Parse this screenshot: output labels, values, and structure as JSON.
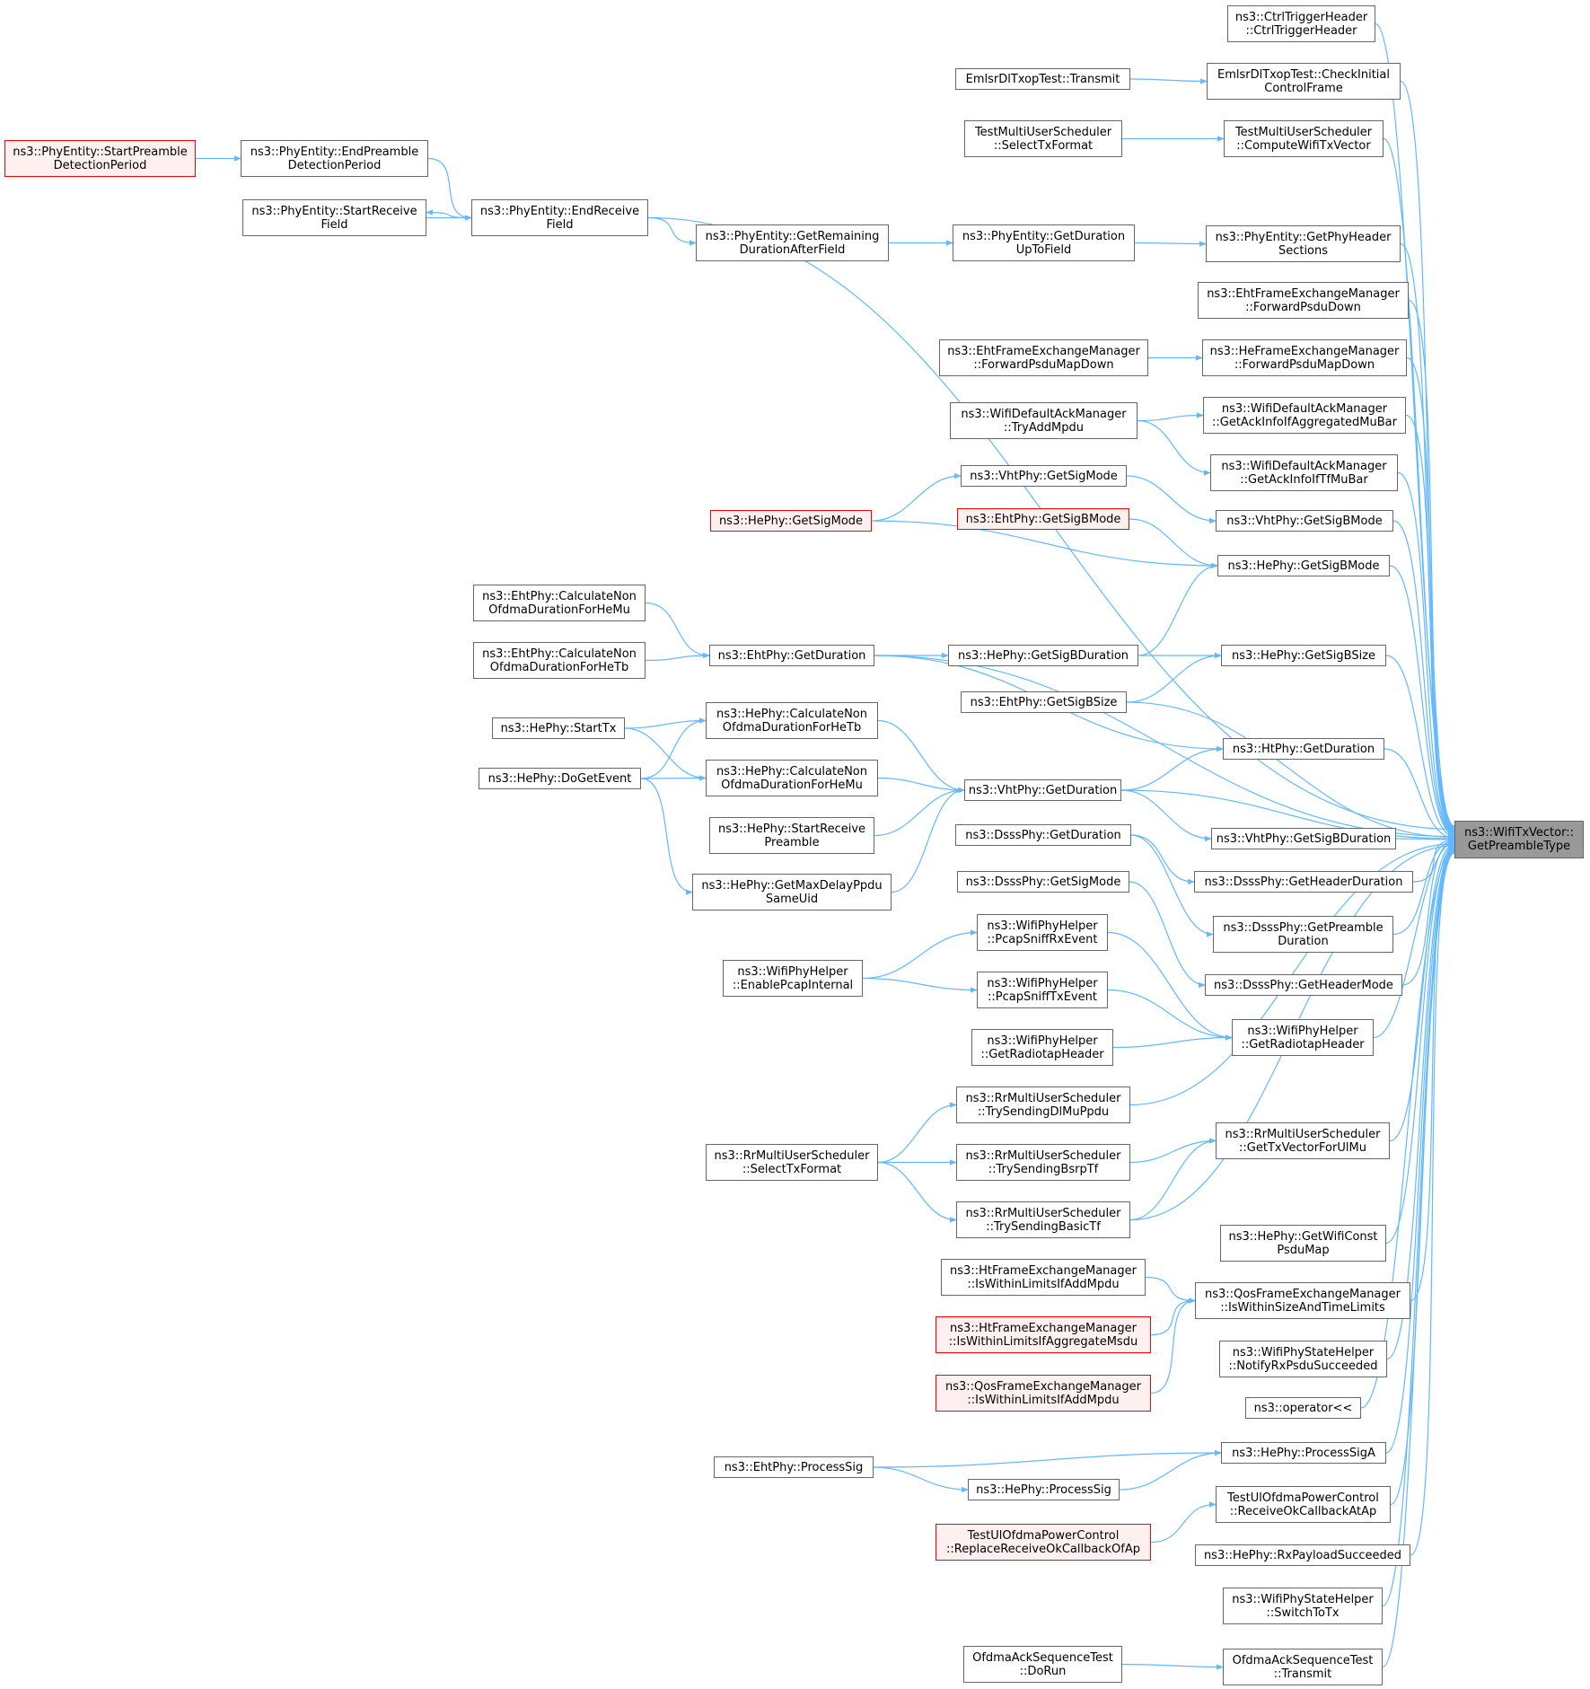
{
  "colors": {
    "edge": "#63b8ff",
    "border": "#666666",
    "red_border": "#ff0000",
    "red_fill": "#fff0f0",
    "root_fill": "#999999"
  },
  "nodes": [
    {
      "id": "root",
      "lines": [
        "ns3::WifiTxVector::",
        "GetPreambleType"
      ],
      "style": "root"
    },
    {
      "id": "r01",
      "lines": [
        "ns3::CtrlTriggerHeader",
        "::CtrlTriggerHeader"
      ]
    },
    {
      "id": "r02",
      "lines": [
        "EmlsrDlTxopTest::CheckInitial",
        "ControlFrame"
      ]
    },
    {
      "id": "r03",
      "lines": [
        "TestMultiUserScheduler",
        "::ComputeWifiTxVector"
      ]
    },
    {
      "id": "r04",
      "lines": [
        "ns3::PhyEntity::GetPhyHeader",
        "Sections"
      ]
    },
    {
      "id": "r05",
      "lines": [
        "ns3::EhtFrameExchangeManager",
        "::ForwardPsduDown"
      ]
    },
    {
      "id": "r06",
      "lines": [
        "ns3::HeFrameExchangeManager",
        "::ForwardPsduMapDown"
      ]
    },
    {
      "id": "r07",
      "lines": [
        "ns3::WifiDefaultAckManager",
        "::GetAckInfoIfAggregatedMuBar"
      ]
    },
    {
      "id": "r08",
      "lines": [
        "ns3::WifiDefaultAckManager",
        "::GetAckInfoIfTfMuBar"
      ]
    },
    {
      "id": "r09",
      "lines": [
        "ns3::VhtPhy::GetSigBMode"
      ]
    },
    {
      "id": "r10",
      "lines": [
        "ns3::HePhy::GetSigBMode"
      ]
    },
    {
      "id": "r11",
      "lines": [
        "ns3::HePhy::GetSigBSize"
      ]
    },
    {
      "id": "r12",
      "lines": [
        "ns3::HtPhy::GetDuration"
      ]
    },
    {
      "id": "r13",
      "lines": [
        "ns3::VhtPhy::GetSigBDuration"
      ]
    },
    {
      "id": "r14",
      "lines": [
        "ns3::DsssPhy::GetHeaderDuration"
      ]
    },
    {
      "id": "r15",
      "lines": [
        "ns3::DsssPhy::GetPreamble",
        "Duration"
      ]
    },
    {
      "id": "r16",
      "lines": [
        "ns3::DsssPhy::GetHeaderMode"
      ]
    },
    {
      "id": "r17",
      "lines": [
        "ns3::WifiPhyHelper",
        "::GetRadiotapHeader"
      ]
    },
    {
      "id": "r18",
      "lines": [
        "ns3::RrMultiUserScheduler",
        "::GetTxVectorForUlMu"
      ]
    },
    {
      "id": "r19",
      "lines": [
        "ns3::HePhy::GetWifiConst",
        "PsduMap"
      ]
    },
    {
      "id": "r20",
      "lines": [
        "ns3::QosFrameExchangeManager",
        "::IsWithinSizeAndTimeLimits"
      ]
    },
    {
      "id": "r21",
      "lines": [
        "ns3::WifiPhyStateHelper",
        "::NotifyRxPsduSucceeded"
      ]
    },
    {
      "id": "r22",
      "lines": [
        "ns3::operator<<"
      ]
    },
    {
      "id": "r23",
      "lines": [
        "ns3::HePhy::ProcessSigA"
      ]
    },
    {
      "id": "r24",
      "lines": [
        "TestUlOfdmaPowerControl",
        "::ReceiveOkCallbackAtAp"
      ]
    },
    {
      "id": "r25",
      "lines": [
        "ns3::HePhy::RxPayloadSucceeded"
      ]
    },
    {
      "id": "r26",
      "lines": [
        "ns3::WifiPhyStateHelper",
        "::SwitchToTx"
      ]
    },
    {
      "id": "r27",
      "lines": [
        "OfdmaAckSequenceTest",
        "::Transmit"
      ]
    },
    {
      "id": "m01",
      "lines": [
        "EmlsrDlTxopTest::Transmit"
      ]
    },
    {
      "id": "m02",
      "lines": [
        "TestMultiUserScheduler",
        "::SelectTxFormat"
      ]
    },
    {
      "id": "m03",
      "lines": [
        "ns3::PhyEntity::GetDuration",
        "UpToField"
      ]
    },
    {
      "id": "m04",
      "lines": [
        "ns3::EhtFrameExchangeManager",
        "::ForwardPsduMapDown"
      ]
    },
    {
      "id": "m05",
      "lines": [
        "ns3::WifiDefaultAckManager",
        "::TryAddMpdu"
      ]
    },
    {
      "id": "m06",
      "lines": [
        "ns3::VhtPhy::GetSigMode"
      ]
    },
    {
      "id": "m07",
      "lines": [
        "ns3::EhtPhy::GetSigBMode"
      ],
      "style": "red"
    },
    {
      "id": "m08",
      "lines": [
        "ns3::HePhy::GetSigBDuration"
      ]
    },
    {
      "id": "m09",
      "lines": [
        "ns3::EhtPhy::GetSigBSize"
      ]
    },
    {
      "id": "m10",
      "lines": [
        "ns3::VhtPhy::GetDuration"
      ]
    },
    {
      "id": "m11",
      "lines": [
        "ns3::DsssPhy::GetDuration"
      ]
    },
    {
      "id": "m12",
      "lines": [
        "ns3::DsssPhy::GetSigMode"
      ]
    },
    {
      "id": "m13",
      "lines": [
        "ns3::WifiPhyHelper",
        "::PcapSniffRxEvent"
      ]
    },
    {
      "id": "m14",
      "lines": [
        "ns3::WifiPhyHelper",
        "::PcapSniffTxEvent"
      ]
    },
    {
      "id": "m15",
      "lines": [
        "ns3::WifiPhyHelper",
        "::GetRadiotapHeader"
      ]
    },
    {
      "id": "m16",
      "lines": [
        "ns3::RrMultiUserScheduler",
        "::TrySendingDlMuPpdu"
      ]
    },
    {
      "id": "m17",
      "lines": [
        "ns3::RrMultiUserScheduler",
        "::TrySendingBsrpTf"
      ]
    },
    {
      "id": "m18",
      "lines": [
        "ns3::RrMultiUserScheduler",
        "::TrySendingBasicTf"
      ]
    },
    {
      "id": "m19",
      "lines": [
        "ns3::HtFrameExchangeManager",
        "::IsWithinLimitsIfAddMpdu"
      ]
    },
    {
      "id": "m20",
      "lines": [
        "ns3::HtFrameExchangeManager",
        "::IsWithinLimitsIfAggregateMsdu"
      ],
      "style": "red"
    },
    {
      "id": "m21",
      "lines": [
        "ns3::QosFrameExchangeManager",
        "::IsWithinLimitsIfAddMpdu"
      ],
      "style": "red"
    },
    {
      "id": "m22",
      "lines": [
        "ns3::HePhy::ProcessSig"
      ]
    },
    {
      "id": "m23",
      "lines": [
        "TestUlOfdmaPowerControl",
        "::ReplaceReceiveOkCallbackOfAp"
      ],
      "style": "red"
    },
    {
      "id": "m24",
      "lines": [
        "OfdmaAckSequenceTest",
        "::DoRun"
      ]
    },
    {
      "id": "c01",
      "lines": [
        "ns3::PhyEntity::GetRemaining",
        "DurationAfterField"
      ]
    },
    {
      "id": "c02",
      "lines": [
        "ns3::EhtPhy::GetDuration"
      ]
    },
    {
      "id": "c03",
      "lines": [
        "ns3::HePhy::CalculateNon",
        "OfdmaDurationForHeTb"
      ]
    },
    {
      "id": "c04",
      "lines": [
        "ns3::HePhy::CalculateNon",
        "OfdmaDurationForHeMu"
      ]
    },
    {
      "id": "c05",
      "lines": [
        "ns3::HePhy::StartReceive",
        "Preamble"
      ]
    },
    {
      "id": "c06",
      "lines": [
        "ns3::HePhy::GetMaxDelayPpdu",
        "SameUid"
      ]
    },
    {
      "id": "c07",
      "lines": [
        "ns3::HePhy::GetSigMode"
      ],
      "style": "red"
    },
    {
      "id": "b01",
      "lines": [
        "ns3::PhyEntity::EndReceive",
        "Field"
      ]
    },
    {
      "id": "b02",
      "lines": [
        "ns3::PhyEntity::EndPreamble",
        "DetectionPeriod"
      ]
    },
    {
      "id": "b03",
      "lines": [
        "ns3::PhyEntity::StartReceive",
        "Field"
      ]
    },
    {
      "id": "b04",
      "lines": [
        "ns3::PhyEntity::StartPreamble",
        "DetectionPeriod"
      ],
      "style": "red"
    },
    {
      "id": "l01",
      "lines": [
        "ns3::EhtPhy::CalculateNon",
        "OfdmaDurationForHeMu"
      ]
    },
    {
      "id": "l02",
      "lines": [
        "ns3::EhtPhy::CalculateNon",
        "OfdmaDurationForHeTb"
      ]
    },
    {
      "id": "l03",
      "lines": [
        "ns3::HePhy::StartTx"
      ]
    },
    {
      "id": "l04",
      "lines": [
        "ns3::HePhy::DoGetEvent"
      ]
    },
    {
      "id": "l05",
      "lines": [
        "ns3::WifiPhyHelper",
        "::EnablePcapInternal"
      ]
    },
    {
      "id": "l06",
      "lines": [
        "ns3::RrMultiUserScheduler",
        "::SelectTxFormat"
      ]
    },
    {
      "id": "l07",
      "lines": [
        "ns3::EhtPhy::ProcessSig"
      ]
    }
  ],
  "edges": [
    [
      "r01",
      "root"
    ],
    [
      "r02",
      "root"
    ],
    [
      "r03",
      "root"
    ],
    [
      "b01",
      "root"
    ],
    [
      "r04",
      "root"
    ],
    [
      "r05",
      "root"
    ],
    [
      "r06",
      "root"
    ],
    [
      "r07",
      "root"
    ],
    [
      "r08",
      "root"
    ],
    [
      "r09",
      "root"
    ],
    [
      "r10",
      "root"
    ],
    [
      "c02",
      "root"
    ],
    [
      "r11",
      "root"
    ],
    [
      "m09",
      "root"
    ],
    [
      "r12",
      "root"
    ],
    [
      "m10",
      "root"
    ],
    [
      "r13",
      "root"
    ],
    [
      "r14",
      "root"
    ],
    [
      "r15",
      "root"
    ],
    [
      "r16",
      "root"
    ],
    [
      "r17",
      "root"
    ],
    [
      "m16",
      "root"
    ],
    [
      "r18",
      "root"
    ],
    [
      "m18",
      "root"
    ],
    [
      "r19",
      "root"
    ],
    [
      "r20",
      "root"
    ],
    [
      "r21",
      "root"
    ],
    [
      "r22",
      "root"
    ],
    [
      "r23",
      "root"
    ],
    [
      "r24",
      "root"
    ],
    [
      "r25",
      "root"
    ],
    [
      "r26",
      "root"
    ],
    [
      "r27",
      "root"
    ],
    [
      "m01",
      "r02"
    ],
    [
      "m02",
      "r03"
    ],
    [
      "m03",
      "r04"
    ],
    [
      "m04",
      "r06"
    ],
    [
      "m05",
      "r07"
    ],
    [
      "m05",
      "r08"
    ],
    [
      "m06",
      "r09"
    ],
    [
      "m07",
      "r10"
    ],
    [
      "c07",
      "r10"
    ],
    [
      "m08",
      "r10"
    ],
    [
      "m08",
      "r11"
    ],
    [
      "m09",
      "r11"
    ],
    [
      "m10",
      "r12"
    ],
    [
      "c02",
      "r12"
    ],
    [
      "m10",
      "r13"
    ],
    [
      "m11",
      "r14"
    ],
    [
      "m11",
      "r15"
    ],
    [
      "m12",
      "r16"
    ],
    [
      "m13",
      "r17"
    ],
    [
      "m14",
      "r17"
    ],
    [
      "m15",
      "r17"
    ],
    [
      "m17",
      "r18"
    ],
    [
      "m18",
      "r18"
    ],
    [
      "m19",
      "r20"
    ],
    [
      "m20",
      "r20"
    ],
    [
      "m21",
      "r20"
    ],
    [
      "l07",
      "r23"
    ],
    [
      "m22",
      "r23"
    ],
    [
      "m23",
      "r24"
    ],
    [
      "m24",
      "r27"
    ],
    [
      "c01",
      "m03"
    ],
    [
      "c02",
      "m08"
    ],
    [
      "c07",
      "m06"
    ],
    [
      "c03",
      "m10"
    ],
    [
      "c04",
      "m10"
    ],
    [
      "c05",
      "m10"
    ],
    [
      "c06",
      "m10"
    ],
    [
      "b01",
      "c01"
    ],
    [
      "b02",
      "b01"
    ],
    [
      "b03",
      "b01"
    ],
    [
      "b01",
      "b03"
    ],
    [
      "b04",
      "b02"
    ],
    [
      "l01",
      "c02"
    ],
    [
      "l02",
      "c02"
    ],
    [
      "l03",
      "c03"
    ],
    [
      "l03",
      "c04"
    ],
    [
      "l04",
      "c03"
    ],
    [
      "l04",
      "c04"
    ],
    [
      "l04",
      "c06"
    ],
    [
      "l05",
      "m13"
    ],
    [
      "l05",
      "m14"
    ],
    [
      "l06",
      "m16"
    ],
    [
      "l06",
      "m17"
    ],
    [
      "l06",
      "m18"
    ],
    [
      "l07",
      "m22"
    ]
  ]
}
